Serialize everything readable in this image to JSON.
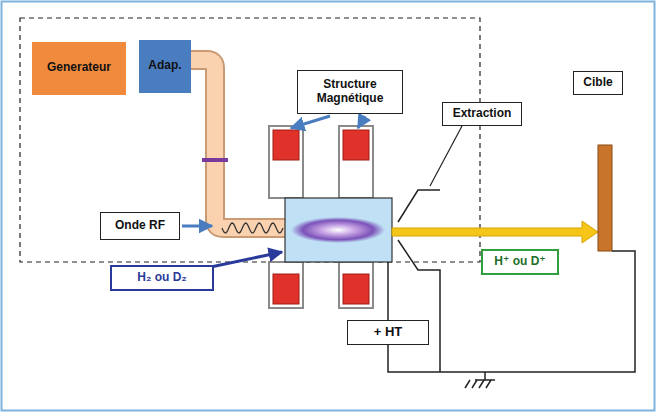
{
  "diagram": {
    "nodes": [
      {
        "text": [
          "Generateur"
        ]
      },
      {
        "text": [
          "Adap."
        ]
      },
      {
        "text": [
          "Structure Magnétique"
        ]
      },
      {
        "text": [
          "Extraction"
        ]
      },
      {
        "text": [
          "Cible"
        ]
      },
      {
        "text": [
          "Onde RF"
        ]
      },
      {
        "text": [
          "H⁺ ou D⁺"
        ]
      },
      {
        "text": [
          "H₂ ou D₂"
        ]
      },
      {
        "text": [
          "+ HT"
        ]
      }
    ]
  }
}
